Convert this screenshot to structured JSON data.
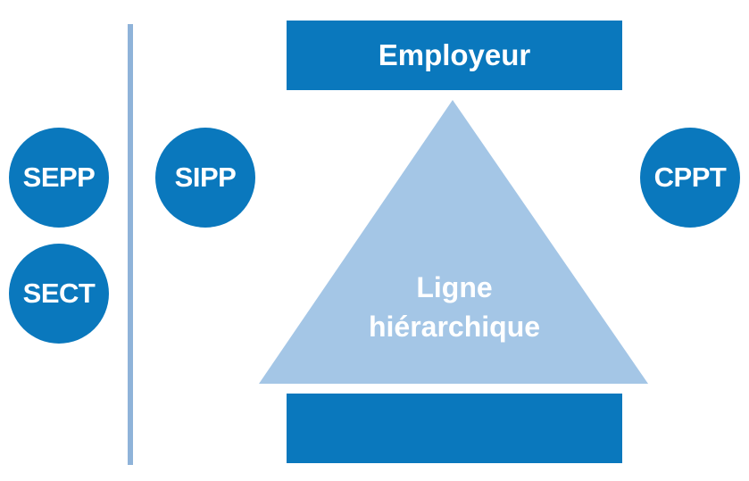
{
  "colors": {
    "primary_blue": "#0a78bd",
    "light_blue": "#a4c6e6",
    "divider": "#8fb3d9"
  },
  "left_group": {
    "circle_top": "SEPP",
    "circle_bottom": "SECT"
  },
  "center_group": {
    "circle_sipp": "SIPP",
    "top_bar": "Employeur",
    "bottom_bar": "",
    "triangle_line1": "Ligne",
    "triangle_line2": "hiérarchique"
  },
  "right_group": {
    "circle_cppt": "CPPT"
  }
}
